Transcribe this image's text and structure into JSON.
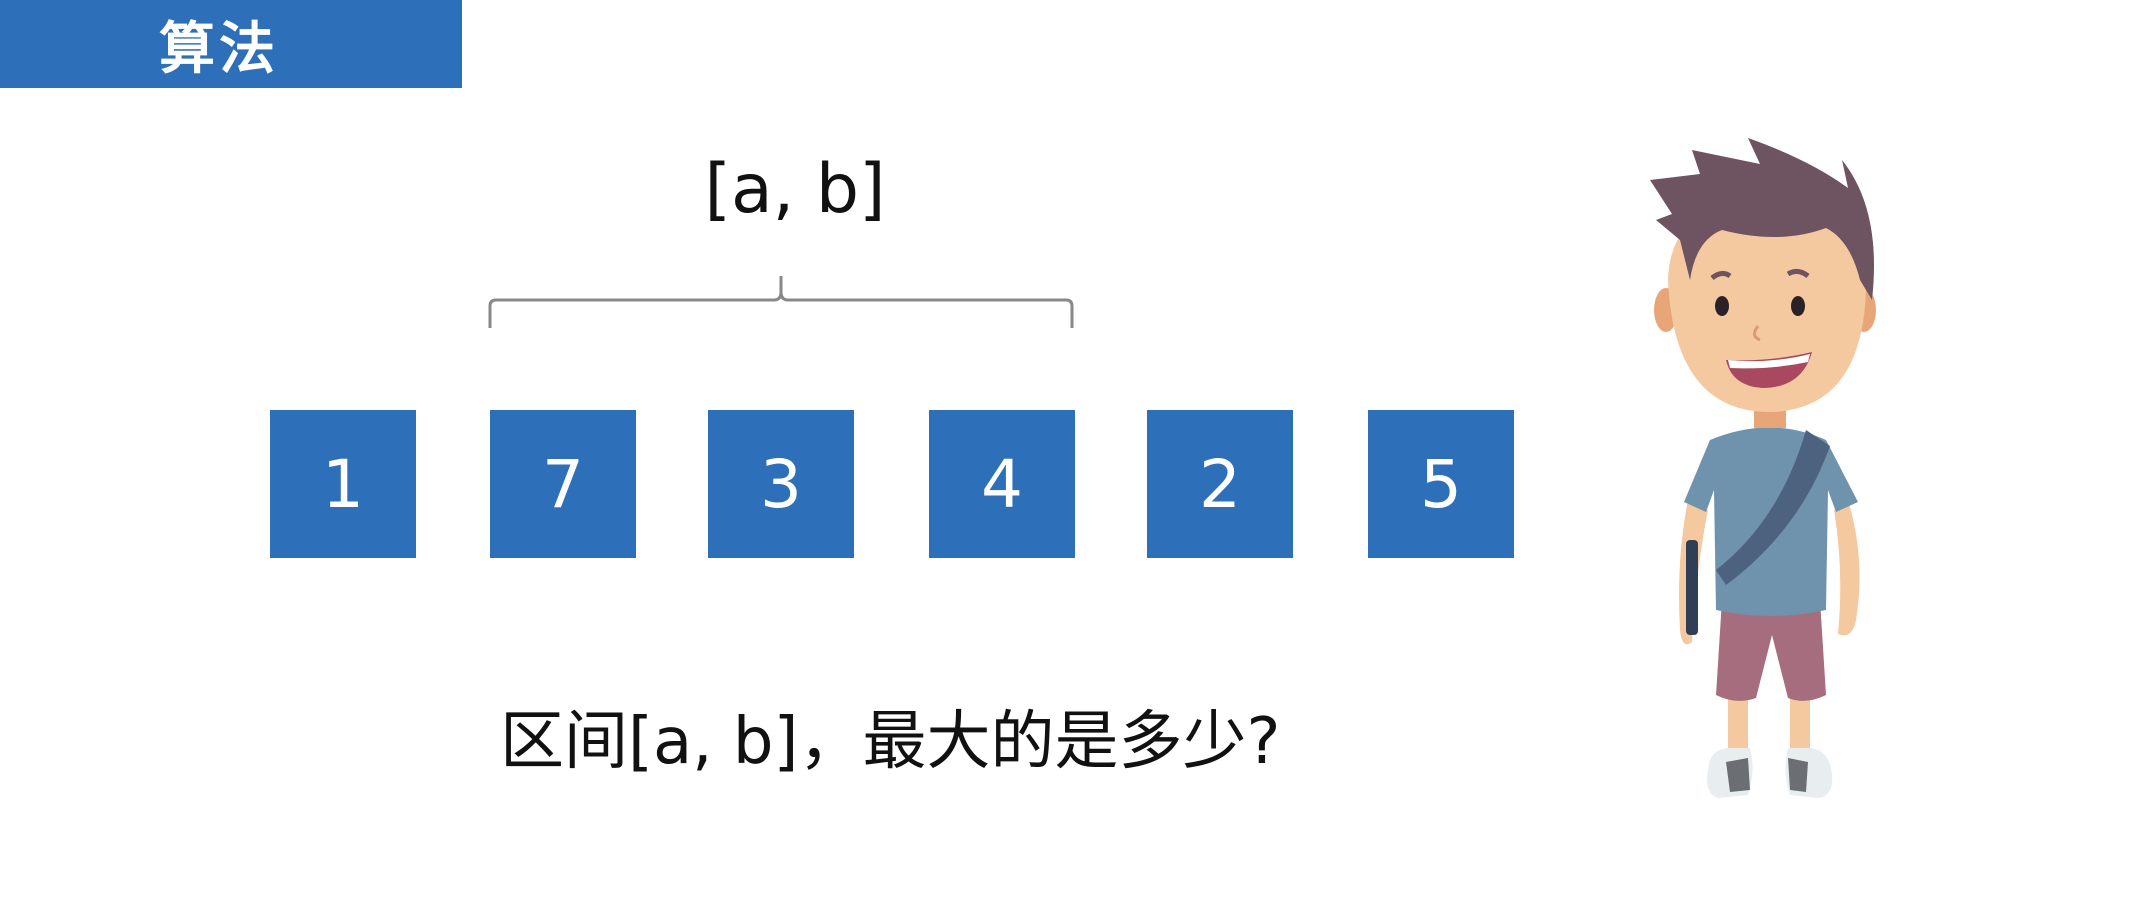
{
  "header": {
    "title": "算法"
  },
  "interval_label": "[a, b]",
  "array": [
    {
      "value": "1"
    },
    {
      "value": "7"
    },
    {
      "value": "3"
    },
    {
      "value": "4"
    },
    {
      "value": "2"
    },
    {
      "value": "5"
    }
  ],
  "question": "区间[a, b]，最大的是多少?",
  "colors": {
    "accent": "#2e6fba",
    "text": "#111111",
    "brace": "#888888"
  },
  "icons": {
    "character": "cartoon-boy-illustration"
  }
}
